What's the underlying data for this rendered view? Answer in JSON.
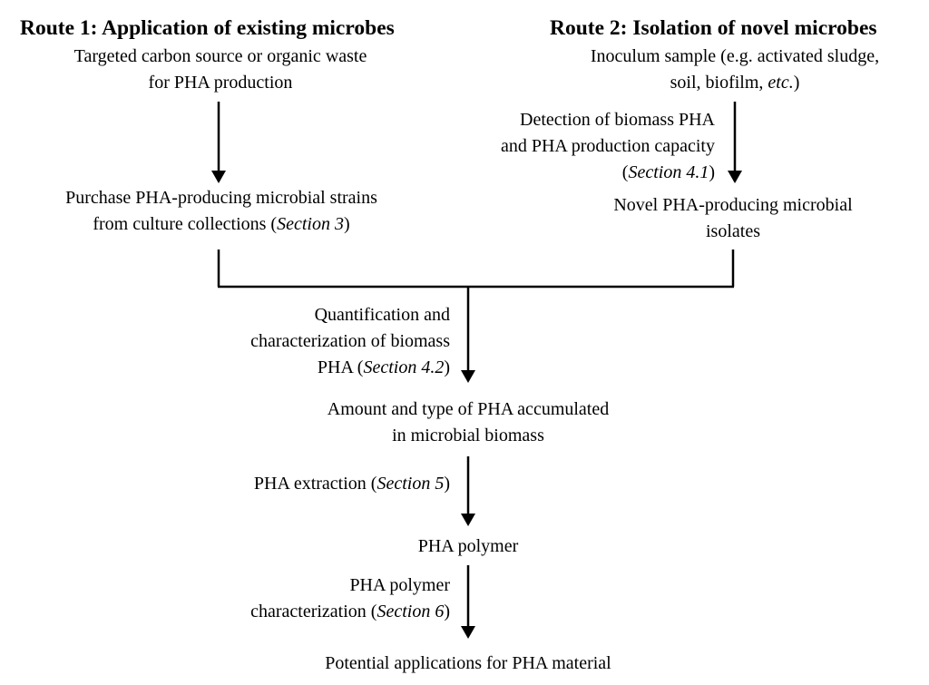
{
  "route1": {
    "heading": "Route 1: Application of existing microbes",
    "source_line1": "Targeted carbon source or organic waste",
    "source_line2": "for PHA production",
    "purchase_line1": "Purchase PHA-producing microbial strains",
    "purchase_line2_pre": "from culture collections (",
    "purchase_line2_ref": "Section 3",
    "purchase_line2_post": ")"
  },
  "route2": {
    "heading": "Route 2: Isolation of novel microbes",
    "inoculum_line1": "Inoculum sample (e.g. activated sludge,",
    "inoculum_line2_pre": "soil, biofilm, ",
    "inoculum_line2_etc": "etc.",
    "inoculum_line2_post": ")",
    "detection_line1": "Detection of biomass PHA",
    "detection_line2": "and PHA production capacity",
    "detection_line3_pre": "(",
    "detection_line3_ref": "Section 4.1",
    "detection_line3_post": ")",
    "novel_line1": "Novel PHA-producing microbial",
    "novel_line2": "isolates"
  },
  "flow": {
    "quant_line1": "Quantification and",
    "quant_line2": "characterization of biomass",
    "quant_line3_pre": "PHA (",
    "quant_line3_ref": "Section 4.2",
    "quant_line3_post": ")",
    "amount_line1": "Amount and type of PHA accumulated",
    "amount_line2": "in microbial biomass",
    "extraction_pre": "PHA extraction (",
    "extraction_ref": "Section 5",
    "extraction_post": ")",
    "polymer": "PHA polymer",
    "char_line1": "PHA polymer",
    "char_line2_pre": "characterization (",
    "char_line2_ref": "Section 6",
    "char_line2_post": ")",
    "applications": "Potential applications for PHA material"
  }
}
